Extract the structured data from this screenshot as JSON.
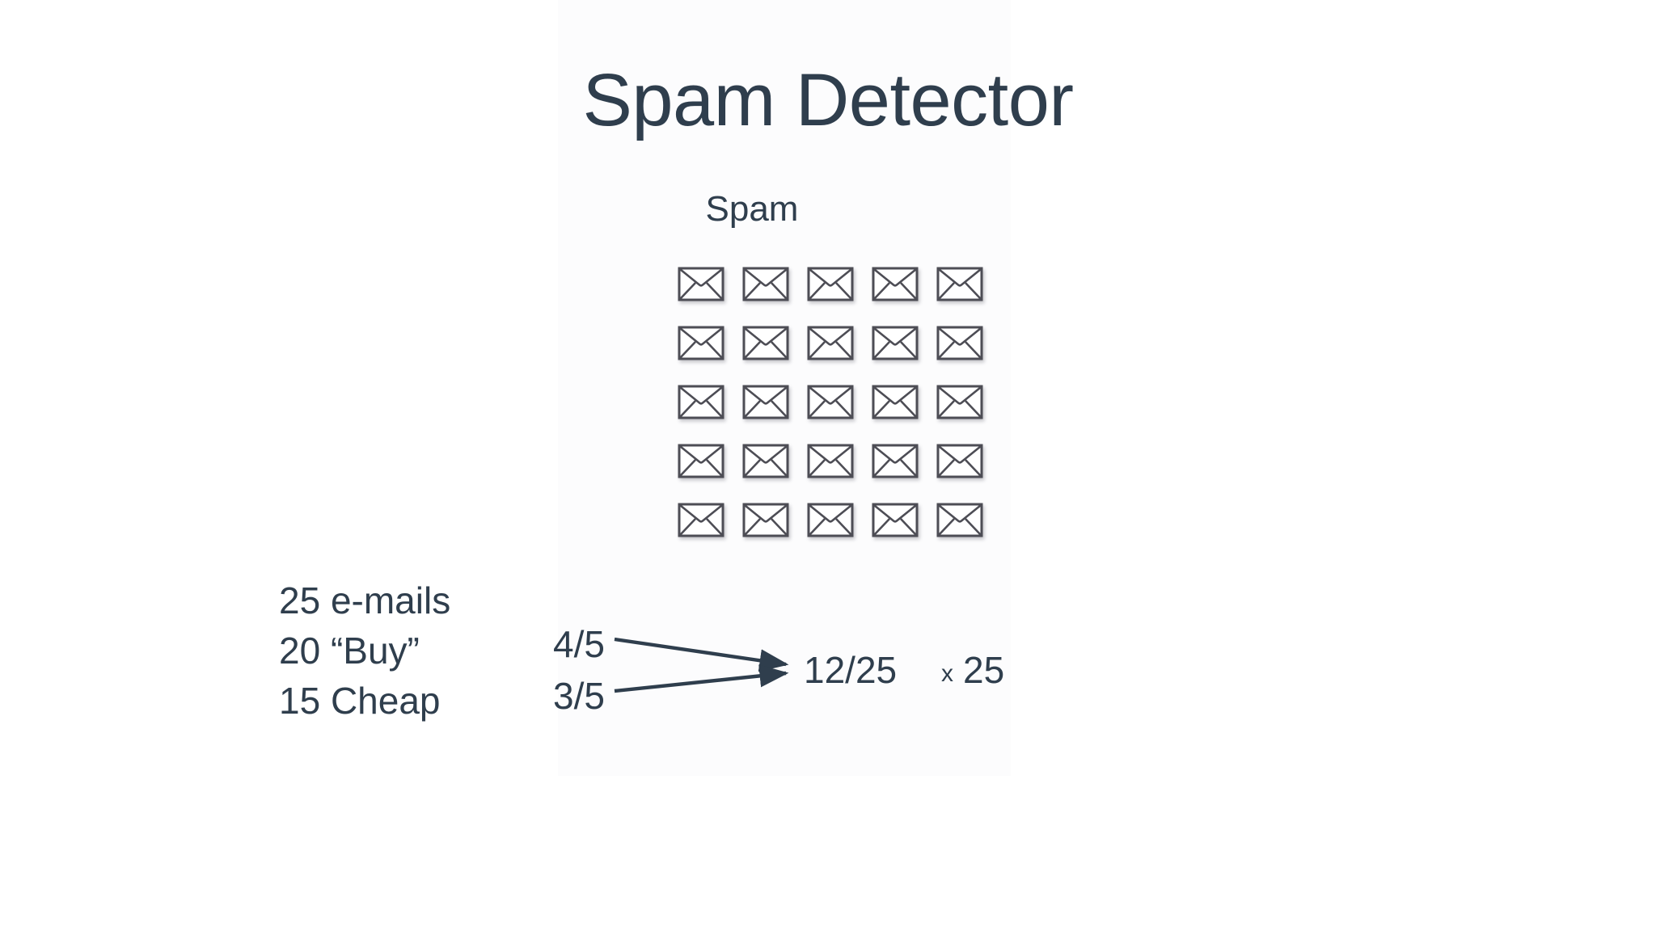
{
  "slide": {
    "title": "Spam Detector",
    "background_color": "#ffffff",
    "text_color": "#2f3e4d",
    "icon_stroke_color": "#4d4d55"
  },
  "group": {
    "label": "Spam",
    "total_icons": 25,
    "grid_rows": 5,
    "grid_cols": 5,
    "icon_name": "envelope-icon"
  },
  "stats": {
    "lines": [
      "25 e-mails",
      "20 “Buy”",
      "15 Cheap"
    ]
  },
  "computation": {
    "fraction_top": "4/5",
    "fraction_bottom": "3/5",
    "result": "12/25",
    "multiply_sign": "x",
    "multiply_value": "25",
    "arrow_count": 2
  },
  "chart_data": {
    "type": "diagram",
    "title": "Spam Detector",
    "group_label": "Spam",
    "icon_unit": "e-mail",
    "icon_total": 25,
    "grid": {
      "rows": 5,
      "cols": 5
    },
    "annotations": [
      "25 e-mails",
      "20 “Buy”",
      "15 Cheap"
    ],
    "inputs": [
      "4/5",
      "3/5"
    ],
    "output": "12/25",
    "scale_factor": "25"
  }
}
